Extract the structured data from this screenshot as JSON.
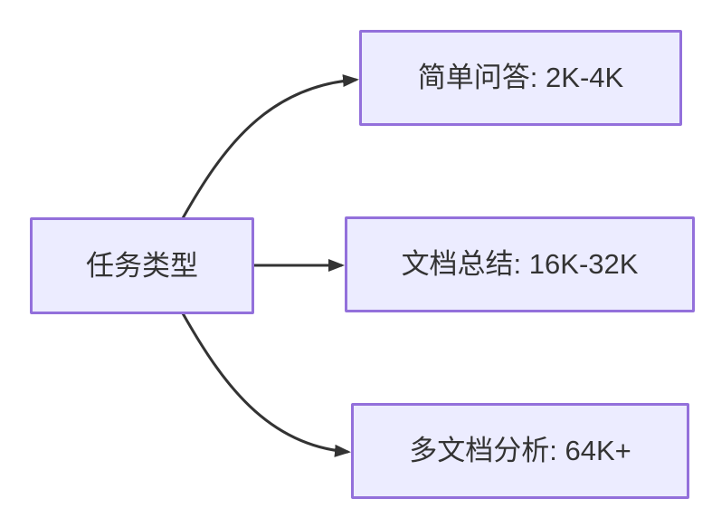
{
  "diagram": {
    "type": "flowchart",
    "direction": "left-to-right",
    "colors": {
      "node_fill": "#ECECFF",
      "node_border": "#9370DB",
      "text": "#333333",
      "edge": "#333333",
      "background": "#FFFFFF"
    },
    "root": {
      "id": "task-type",
      "label": "任务类型"
    },
    "branches": [
      {
        "id": "simple-qa",
        "label": "简单问答: 2K-4K"
      },
      {
        "id": "doc-summary",
        "label": "文档总结: 16K-32K"
      },
      {
        "id": "multi-doc",
        "label": "多文档分析: 64K+"
      }
    ],
    "edges": [
      {
        "from": "task-type",
        "to": "simple-qa"
      },
      {
        "from": "task-type",
        "to": "doc-summary"
      },
      {
        "from": "task-type",
        "to": "multi-doc"
      }
    ]
  }
}
